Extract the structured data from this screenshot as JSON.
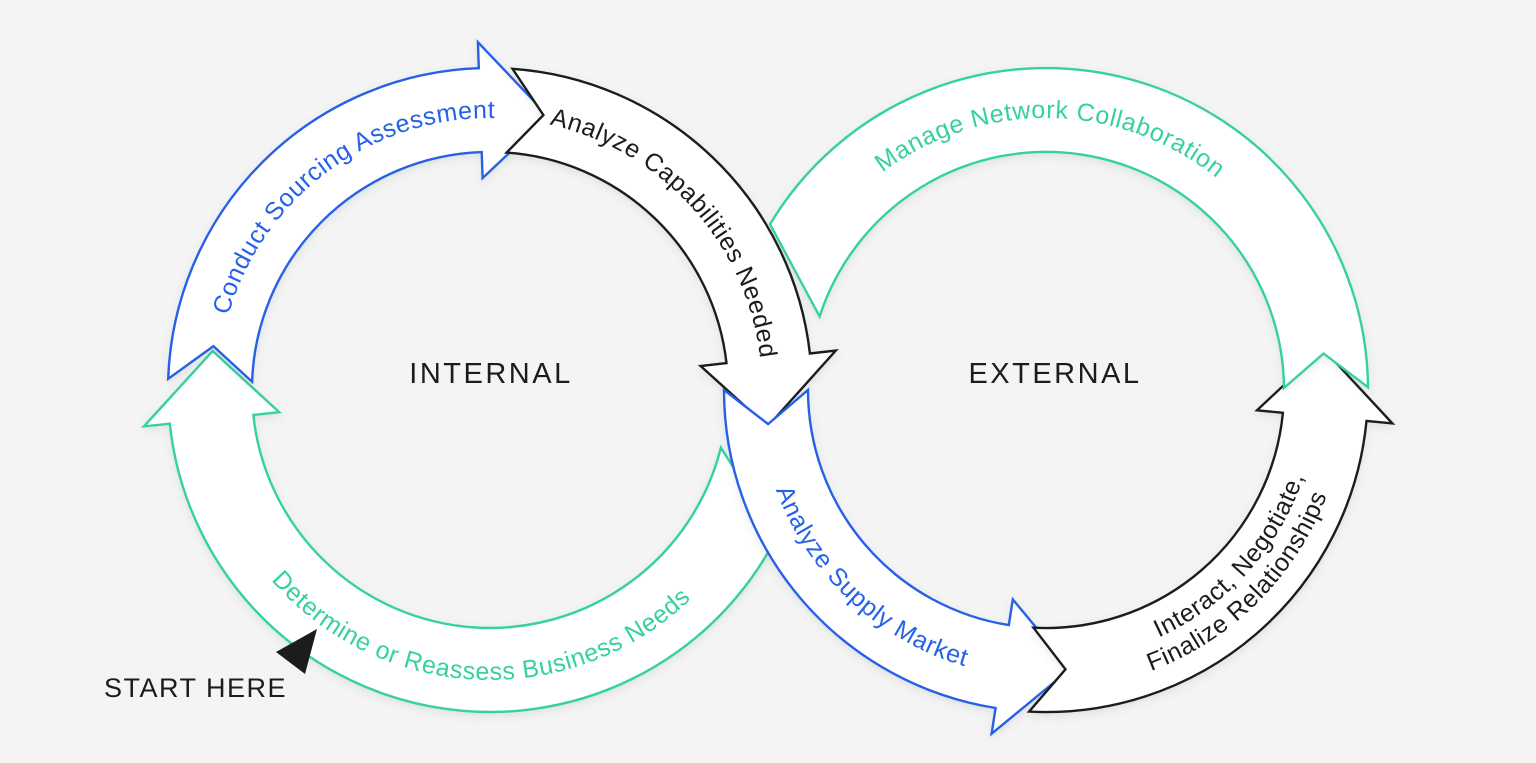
{
  "background": "#f3f4f3",
  "regions": {
    "internal_label": "INTERNAL",
    "external_label": "EXTERNAL"
  },
  "start_marker": {
    "label": "START HERE",
    "pointer_icon": "solid-triangle-pointer",
    "color": "#1b1c1e"
  },
  "arrows": [
    {
      "id": "determine",
      "label": "Determine or Reassess Business Needs",
      "color": "#36d19f",
      "circle": "internal"
    },
    {
      "id": "conduct",
      "label": "Conduct Sourcing Assessment",
      "color": "#2561e9",
      "circle": "internal"
    },
    {
      "id": "capabilities",
      "label": "Analyze Capabilities Needed",
      "color": "#1b1c1e",
      "circle": "internal"
    },
    {
      "id": "supply",
      "label": "Analyze Supply Market",
      "color": "#2561e9",
      "circle": "external"
    },
    {
      "id": "interact",
      "lines": [
        "Interact, Negotiate,",
        "Finalize Relationships"
      ],
      "color": "#1b1c1e",
      "circle": "external"
    },
    {
      "id": "manage",
      "label": "Manage Network Collaboration",
      "color": "#36d19f",
      "circle": "external"
    }
  ]
}
